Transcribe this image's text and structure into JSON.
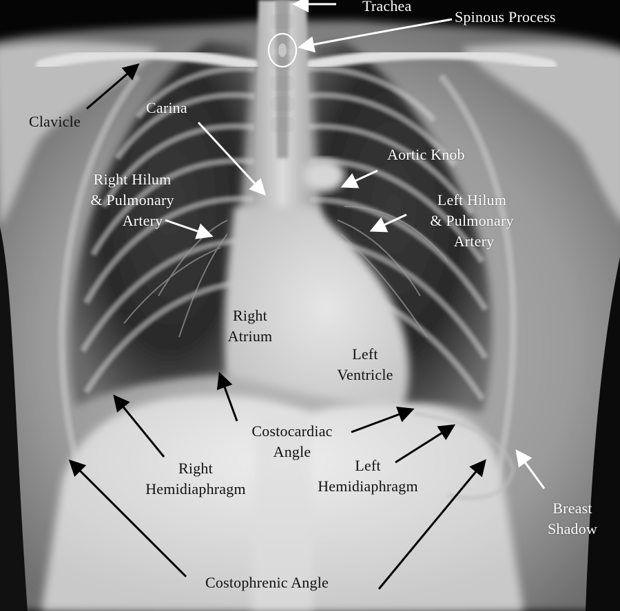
{
  "image": {
    "subject": "chest-xray-pa",
    "colors": {
      "white_label": "#ffffff",
      "dark_label": "#111111",
      "background": "#050505"
    }
  },
  "labels": {
    "trachea": "Trachea",
    "spinous_process": "Spinous Process",
    "clavicle": "Clavicle",
    "carina": "Carina",
    "aortic_knob": "Aortic Knob",
    "right_hilum": {
      "line1": "Right Hilum",
      "line2": "& Pulmonary",
      "line3": "Artery"
    },
    "left_hilum": {
      "line1": "Left Hilum",
      "line2": "& Pulmonary",
      "line3": "Artery"
    },
    "right_atrium": {
      "line1": "Right",
      "line2": "Atrium"
    },
    "left_ventricle": {
      "line1": "Left",
      "line2": "Ventricle"
    },
    "costocardiac_angle": {
      "line1": "Costocardiac",
      "line2": "Angle"
    },
    "right_hemidiaphragm": {
      "line1": "Right",
      "line2": "Hemidiaphragm"
    },
    "left_hemidiaphragm": {
      "line1": "Left",
      "line2": "Hemidiaphragm"
    },
    "breast_shadow": {
      "line1": "Breast",
      "line2": "Shadow"
    },
    "costophrenic_angle": "Costophrenic Angle"
  }
}
